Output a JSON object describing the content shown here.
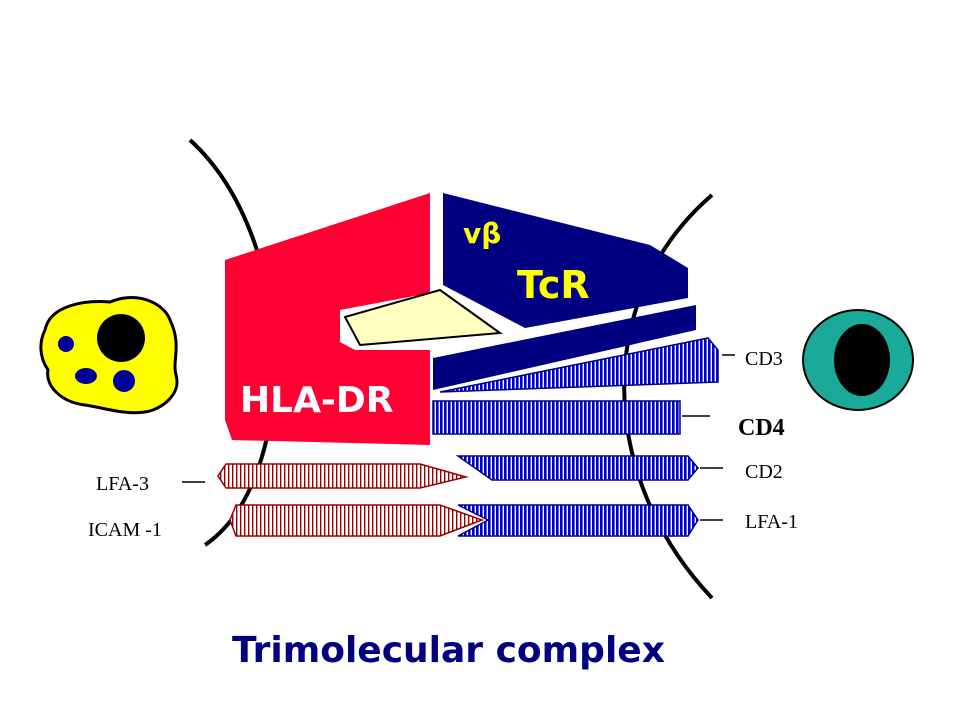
{
  "labels": {
    "vbeta": "vβ",
    "tcr": "TcR",
    "hla_dr": "HLA-DR",
    "cd3": "CD3",
    "cd4": "CD4",
    "cd2": "CD2",
    "lfa1": "LFA-1",
    "lfa3": "LFA-3",
    "icam1": "ICAM -1"
  },
  "title": "Trimolecular complex",
  "colors": {
    "hla": "#ff0033",
    "tcr": "#000080",
    "peptide": "#ffffc0",
    "stripe_blue": "#0000cc",
    "stripe_red": "#990000",
    "apc_cell": "#ffff00",
    "apc_nucleus": "#000000",
    "apc_granule": "#000099",
    "tcell": "#1aaa99",
    "tcell_nucleus": "#000000",
    "title": "#000080",
    "vbeta": "#ffff00",
    "hla_text": "#ffffff",
    "tcr_text": "#ffff00"
  }
}
